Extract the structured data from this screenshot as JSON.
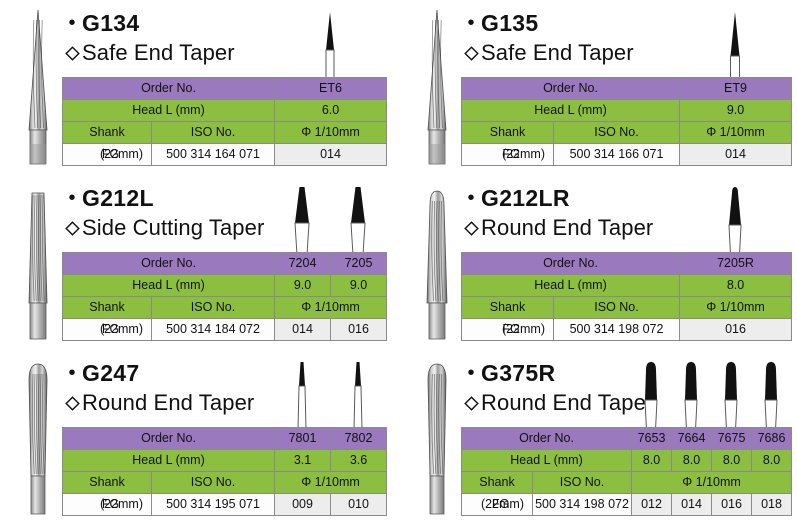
{
  "meta": {
    "colors": {
      "header_purple": "#9b79be",
      "row_green": "#8cbf3f",
      "value_gray": "#ededed",
      "white": "#fdfdfd",
      "border": "#8a8a8a",
      "text": "#111111"
    },
    "bullet_glyph": "•",
    "diamond_glyph": "◇",
    "labels": {
      "order_no": "Order No.",
      "head_l": "Head L (mm)",
      "shank": "Shank",
      "iso_no": "ISO No.",
      "diameter": "Φ 1/10mm",
      "fg": "FG",
      "shank_len": "(22mm)"
    }
  },
  "panels": [
    {
      "code": "G134",
      "description": "Safe End Taper",
      "bur_shape": "safe-end-taper-pointed",
      "iso_no": "500 314 164 071",
      "columns": [
        {
          "order_no": "ET6",
          "head_l": "6.0",
          "diameter": "014",
          "icon": "bur-pointed-taper"
        }
      ]
    },
    {
      "code": "G135",
      "description": "Safe End Taper",
      "bur_shape": "safe-end-taper-pointed",
      "iso_no": "500 314 166 071",
      "columns": [
        {
          "order_no": "ET9",
          "head_l": "9.0",
          "diameter": "014",
          "icon": "bur-pointed-taper-long"
        }
      ]
    },
    {
      "code": "G212L",
      "description": "Side Cutting Taper",
      "bur_shape": "side-cutting-taper",
      "iso_no": "500 314 184 072",
      "columns": [
        {
          "order_no": "7204",
          "head_l": "9.0",
          "diameter": "014",
          "icon": "bur-flat-taper"
        },
        {
          "order_no": "7205",
          "head_l": "9.0",
          "diameter": "016",
          "icon": "bur-flat-taper"
        }
      ]
    },
    {
      "code": "G212LR",
      "description": "Round End Taper",
      "bur_shape": "round-end-taper",
      "iso_no": "500 314 198 072",
      "columns": [
        {
          "order_no": "7205R",
          "head_l": "8.0",
          "diameter": "016",
          "icon": "bur-round-end-taper"
        }
      ]
    },
    {
      "code": "G247",
      "description": "Round End Taper",
      "bur_shape": "round-end-taper-short",
      "iso_no": "500 314 195 071",
      "columns": [
        {
          "order_no": "7801",
          "head_l": "3.1",
          "diameter": "009",
          "icon": "bur-needle-taper"
        },
        {
          "order_no": "7802",
          "head_l": "3.6",
          "diameter": "010",
          "icon": "bur-needle-taper"
        }
      ]
    },
    {
      "code": "G375R",
      "description": "Round End Taper",
      "bur_shape": "round-end-taper-fluted",
      "iso_no": "500 314 198 072",
      "columns": [
        {
          "order_no": "7653",
          "head_l": "8.0",
          "diameter": "012",
          "icon": "bur-round-end-stout"
        },
        {
          "order_no": "7664",
          "head_l": "8.0",
          "diameter": "014",
          "icon": "bur-round-end-stout"
        },
        {
          "order_no": "7675",
          "head_l": "8.0",
          "diameter": "016",
          "icon": "bur-round-end-stout"
        },
        {
          "order_no": "7686",
          "head_l": "8.0",
          "diameter": "018",
          "icon": "bur-round-end-stout"
        }
      ]
    }
  ]
}
